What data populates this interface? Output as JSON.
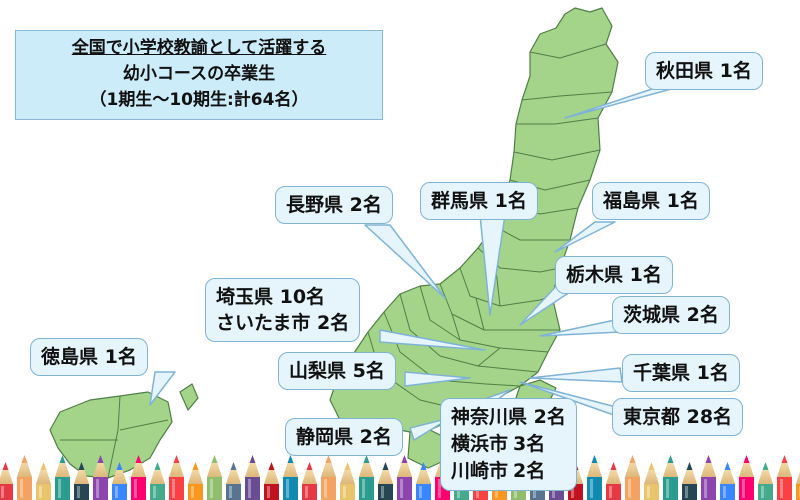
{
  "title": {
    "line1": "全国で小学校教諭として活躍する",
    "line2": "幼小コースの卒業生",
    "line3": "（1期生〜10期生:計64名）"
  },
  "labels": {
    "akita": "秋田県 1名",
    "nagano": "長野県 2名",
    "gunma": "群馬県 1名",
    "fukushima": "福島県 1名",
    "tochigi": "栃木県 1名",
    "saitama": "埼玉県 10名",
    "saitama_city": "さいたま市 2名",
    "ibaraki": "茨城県 2名",
    "tokushima": "徳島県 1名",
    "yamanashi": "山梨県 5名",
    "chiba": "千葉県 1名",
    "tokyo": "東京都 28名",
    "shizuoka": "静岡県 2名",
    "kanagawa": "神奈川県 2名",
    "yokohama_name": "横浜市",
    "yokohama_count": "3名",
    "kawasaki_name": "川崎市",
    "kawasaki_count": "2名"
  },
  "colors": {
    "land": "#a4d48a",
    "border": "#4f7f45",
    "callout_fill": "#e6f5fc",
    "callout_border": "#7fb3d6",
    "title_fill": "#ccecf9"
  },
  "decoration": "colored-pencils-border"
}
